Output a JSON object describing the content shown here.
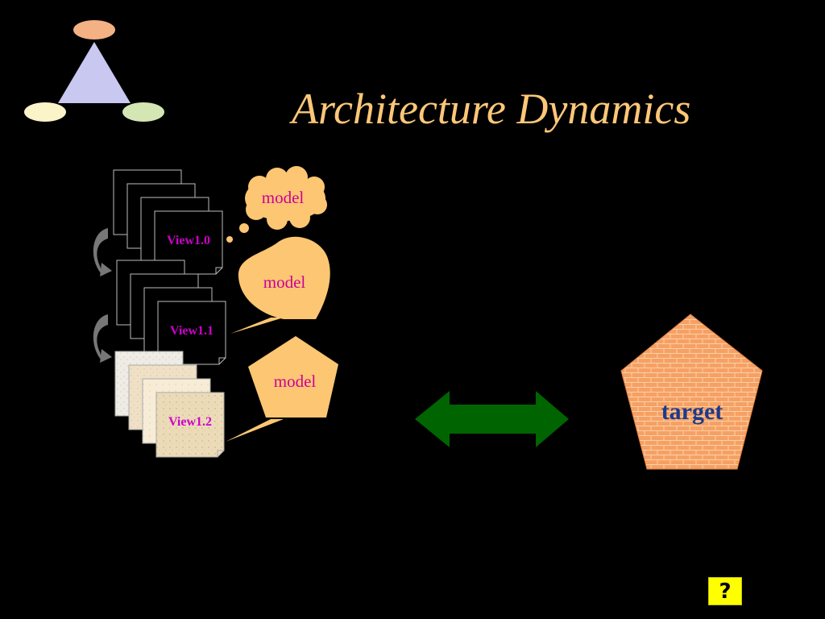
{
  "slide": {
    "title": "Architecture Dynamics"
  },
  "colors": {
    "background": "#000000",
    "title": "#fdc778",
    "model_fill": "#fdc672",
    "model_text": "#cc0099",
    "view_label": "#cc00cc",
    "arrow": "#006400",
    "target_fill": "#f6a064",
    "target_text": "#1b3a8c",
    "logo_triangle": "#c8c8f0",
    "logo_top": "#f4b183",
    "logo_left": "#fbf4c8",
    "logo_right": "#d3e6b4",
    "help_button": "#ffff00"
  },
  "views": [
    {
      "label": "View1.0"
    },
    {
      "label": "View1.1"
    },
    {
      "label": "View1.2"
    }
  ],
  "models": [
    {
      "label": "model"
    },
    {
      "label": "model"
    },
    {
      "label": "model"
    }
  ],
  "target": {
    "label": "target"
  },
  "help": {
    "label": "?"
  }
}
